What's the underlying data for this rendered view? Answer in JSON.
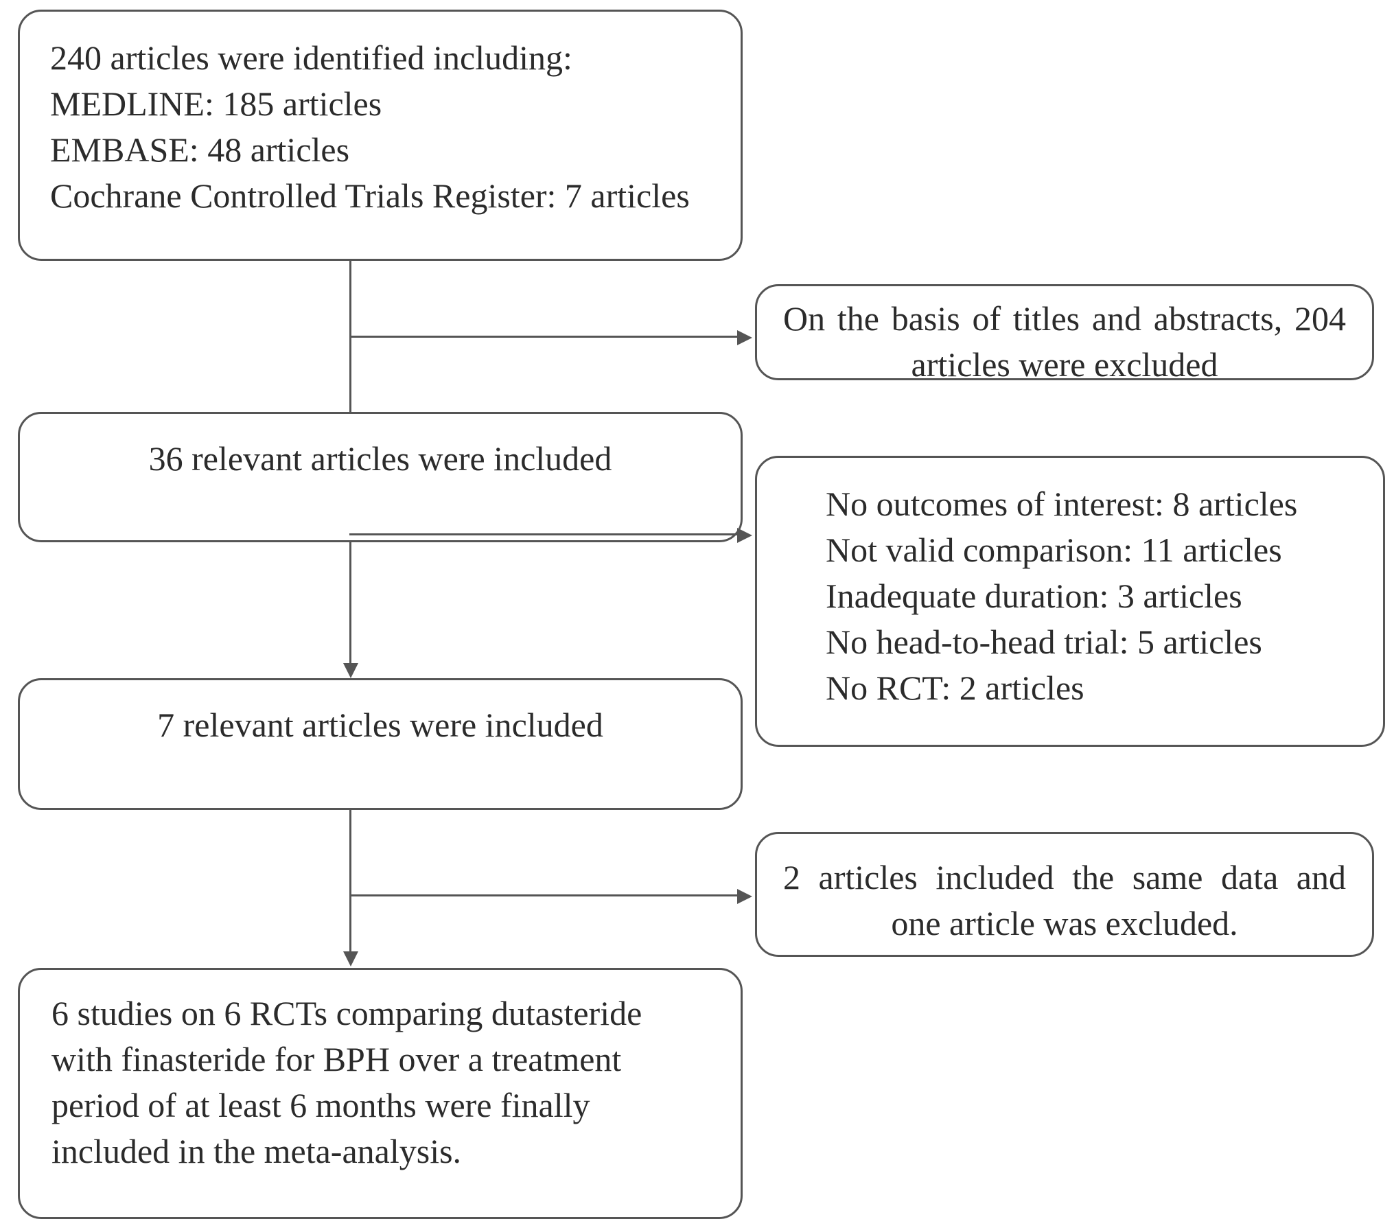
{
  "diagram": {
    "title": "PRISMA-style study selection flow diagram",
    "colors": {
      "box_border": "#555555",
      "connector": "#555555",
      "text": "#2b2b2b",
      "background": "#ffffff"
    },
    "nodes": {
      "identified": {
        "lines": [
          "240 articles were identified including:",
          "MEDLINE: 185 articles",
          "EMBASE: 48 articles",
          "Cochrane Controlled Trials Register: 7 articles"
        ]
      },
      "excluded_titles_abstracts": {
        "line1": "On the basis of titles and abstracts, 204",
        "line2": "articles were excluded"
      },
      "included_36": {
        "text": "36 relevant articles were included"
      },
      "exclusion_reasons": {
        "lines": [
          "No outcomes of interest: 8 articles",
          "Not valid comparison: 11 articles",
          "Inadequate duration: 3 articles",
          "No head-to-head trial: 5 articles",
          "No RCT: 2 articles"
        ]
      },
      "included_7": {
        "text": "7 relevant articles were included"
      },
      "same_data": {
        "line1": "2 articles included the same data and",
        "line2": "one article was excluded."
      },
      "final": {
        "lines": [
          "6 studies on 6 RCTs comparing dutasteride",
          "with finasteride for BPH over a treatment",
          "period of at least 6 months were finally",
          "included in the meta-analysis."
        ]
      }
    }
  }
}
